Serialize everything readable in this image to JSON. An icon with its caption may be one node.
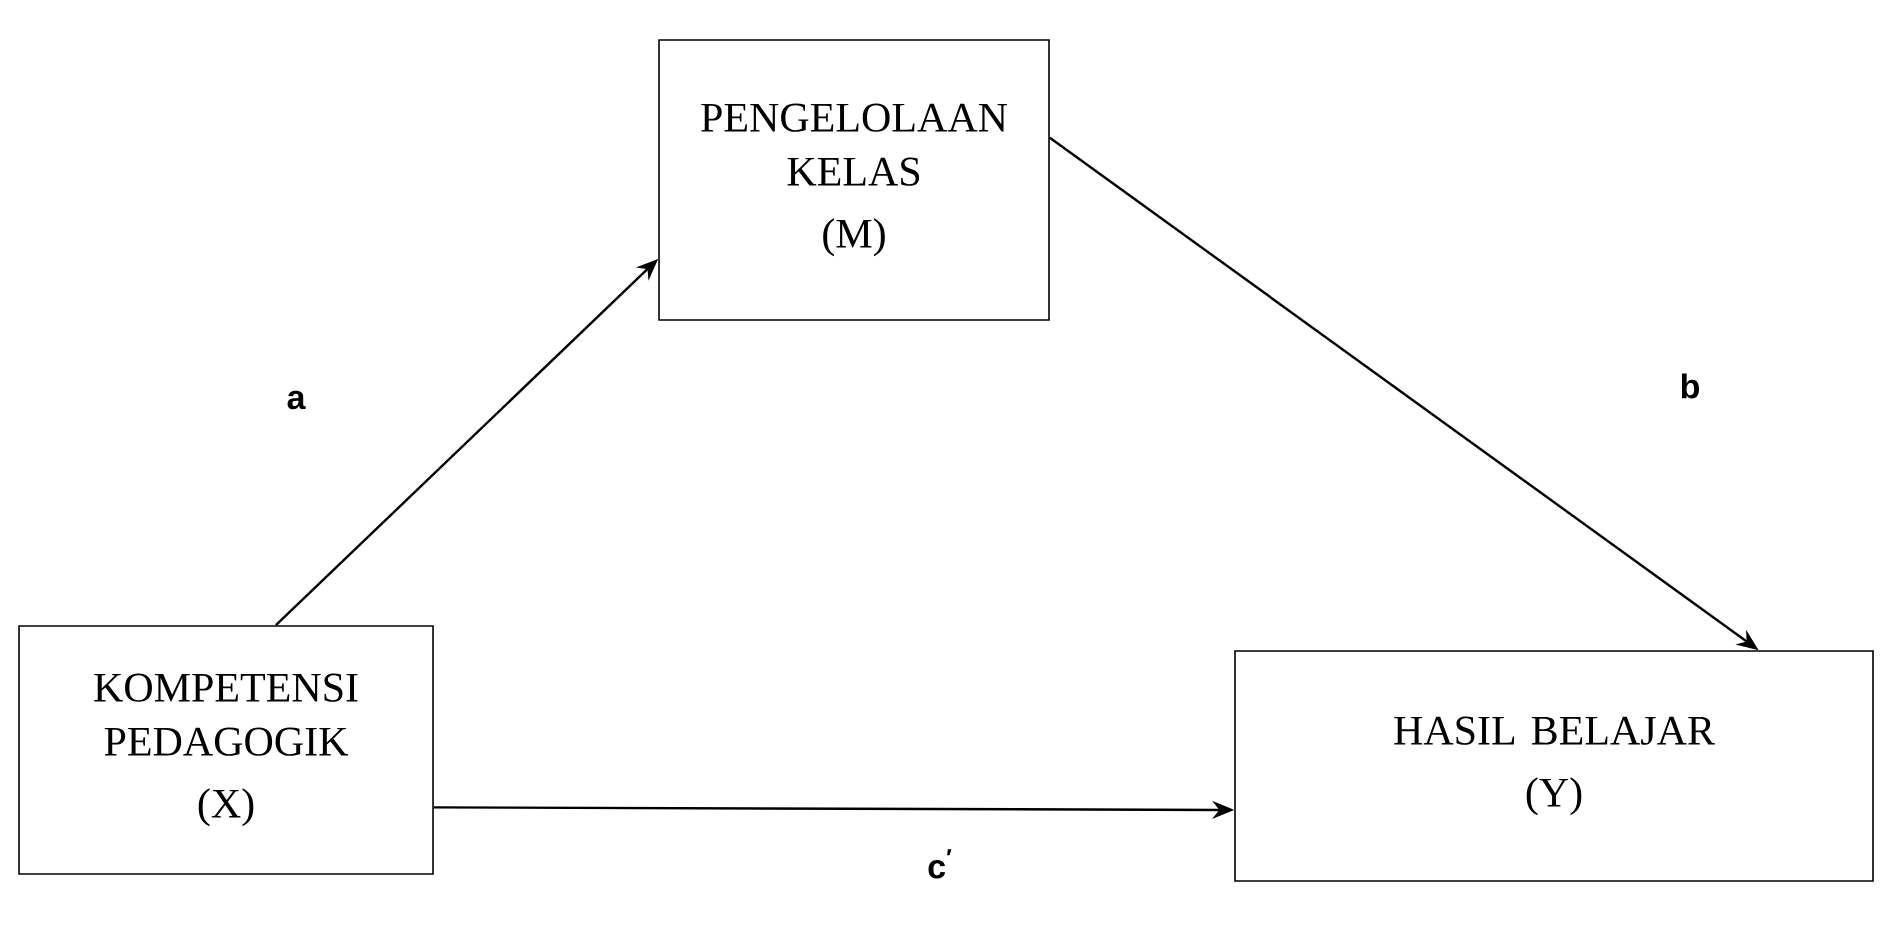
{
  "diagram": {
    "nodes": [
      {
        "text": [
          "PENGELOLAAN KELAS",
          "(M)"
        ]
      },
      {
        "text": [
          "KOMPETENSI PEDAGOGIK",
          "(X)"
        ]
      },
      {
        "text": [
          "HASIL BELAJAR",
          "(Y)"
        ]
      }
    ],
    "edges": [
      {
        "from": 1,
        "to": 0,
        "arrow": "to",
        "label": "a"
      },
      {
        "from": 0,
        "to": 2,
        "arrow": "to",
        "label": "b"
      },
      {
        "from": 1,
        "to": 2,
        "arrow": "to",
        "label": "c$^{′}$"
      }
    ]
  }
}
